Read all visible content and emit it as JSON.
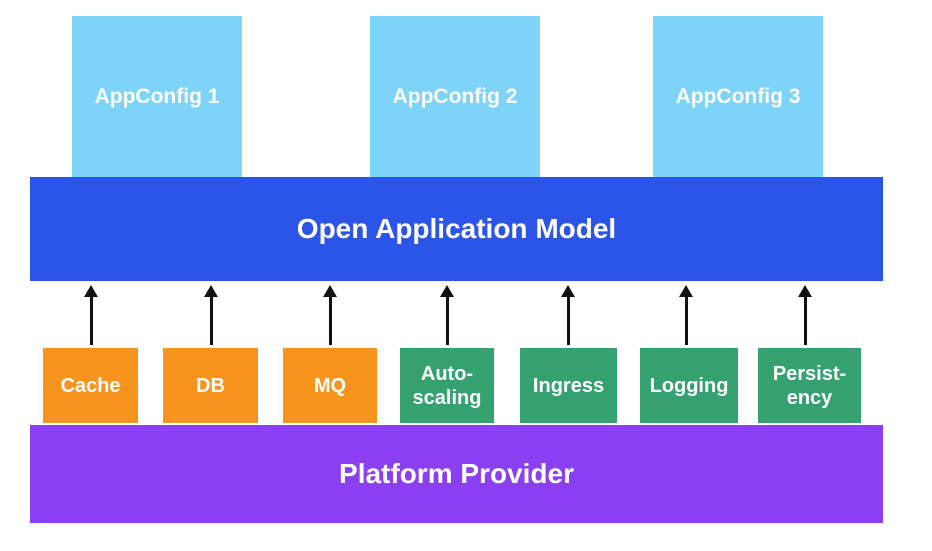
{
  "diagram": {
    "title_hint": "Open Application Model architecture diagram",
    "app_configs": [
      {
        "label": "AppConfig 1"
      },
      {
        "label": "AppConfig 2"
      },
      {
        "label": "AppConfig 3"
      }
    ],
    "oam": {
      "label": "Open Application Model"
    },
    "traits": [
      {
        "label": "Cache",
        "color": "#f7941e"
      },
      {
        "label": "DB",
        "color": "#f7941e"
      },
      {
        "label": "MQ",
        "color": "#f7941e"
      },
      {
        "label": "Auto-scaling",
        "color": "#35a070"
      },
      {
        "label": "Ingress",
        "color": "#35a070"
      },
      {
        "label": "Logging",
        "color": "#35a070"
      },
      {
        "label": "Persist-ency",
        "color": "#35a070"
      }
    ],
    "platform": {
      "label": "Platform Provider"
    },
    "colors": {
      "appconfig_blue": "#7dd3f8",
      "oam_blue": "#2b54e8",
      "trait_orange": "#f7941e",
      "trait_green": "#35a070",
      "platform_purple": "#8a3ff0",
      "arrow_black": "#111111",
      "text_white": "#ffffff",
      "background": "#ffffff"
    }
  }
}
